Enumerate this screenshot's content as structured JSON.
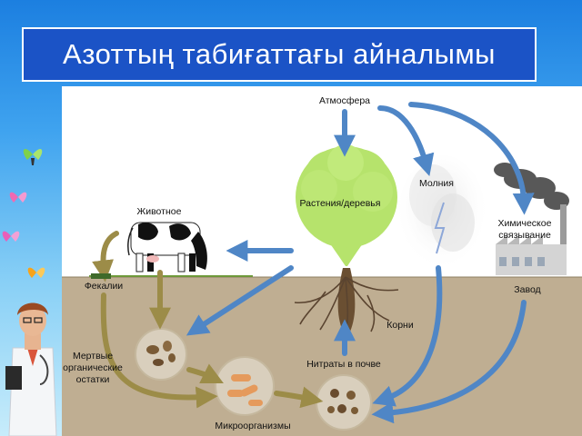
{
  "title": "Азоттың табиғаттағы айналымы",
  "labels": {
    "atmosphere": "Атмосфера",
    "lightning": "Молния",
    "plants": "Растения/деревья",
    "animal": "Животное",
    "chemical_line1": "Химическое",
    "chemical_line2": "связывание",
    "feces": "Фекалии",
    "factory": "Завод",
    "roots": "Корни",
    "dead_line1": "Мертвые",
    "dead_line2": "органические",
    "dead_line3": "остатки",
    "nitrates": "Нитраты в почве",
    "microorganisms": "Микроорганизмы"
  },
  "colors": {
    "title_bg": "#1b53c6",
    "soil": "#bfae92",
    "sky": "#ffffff",
    "tree": "#b6e36c",
    "arrow_blue": "#4f86c6",
    "arrow_olive": "#9c8c48"
  },
  "icons": {
    "butterflies": [
      "butterfly-green-icon",
      "butterfly-pink-icon",
      "butterfly-pink-icon",
      "butterfly-orange-icon"
    ],
    "doctor": "doctor-figure-icon"
  }
}
